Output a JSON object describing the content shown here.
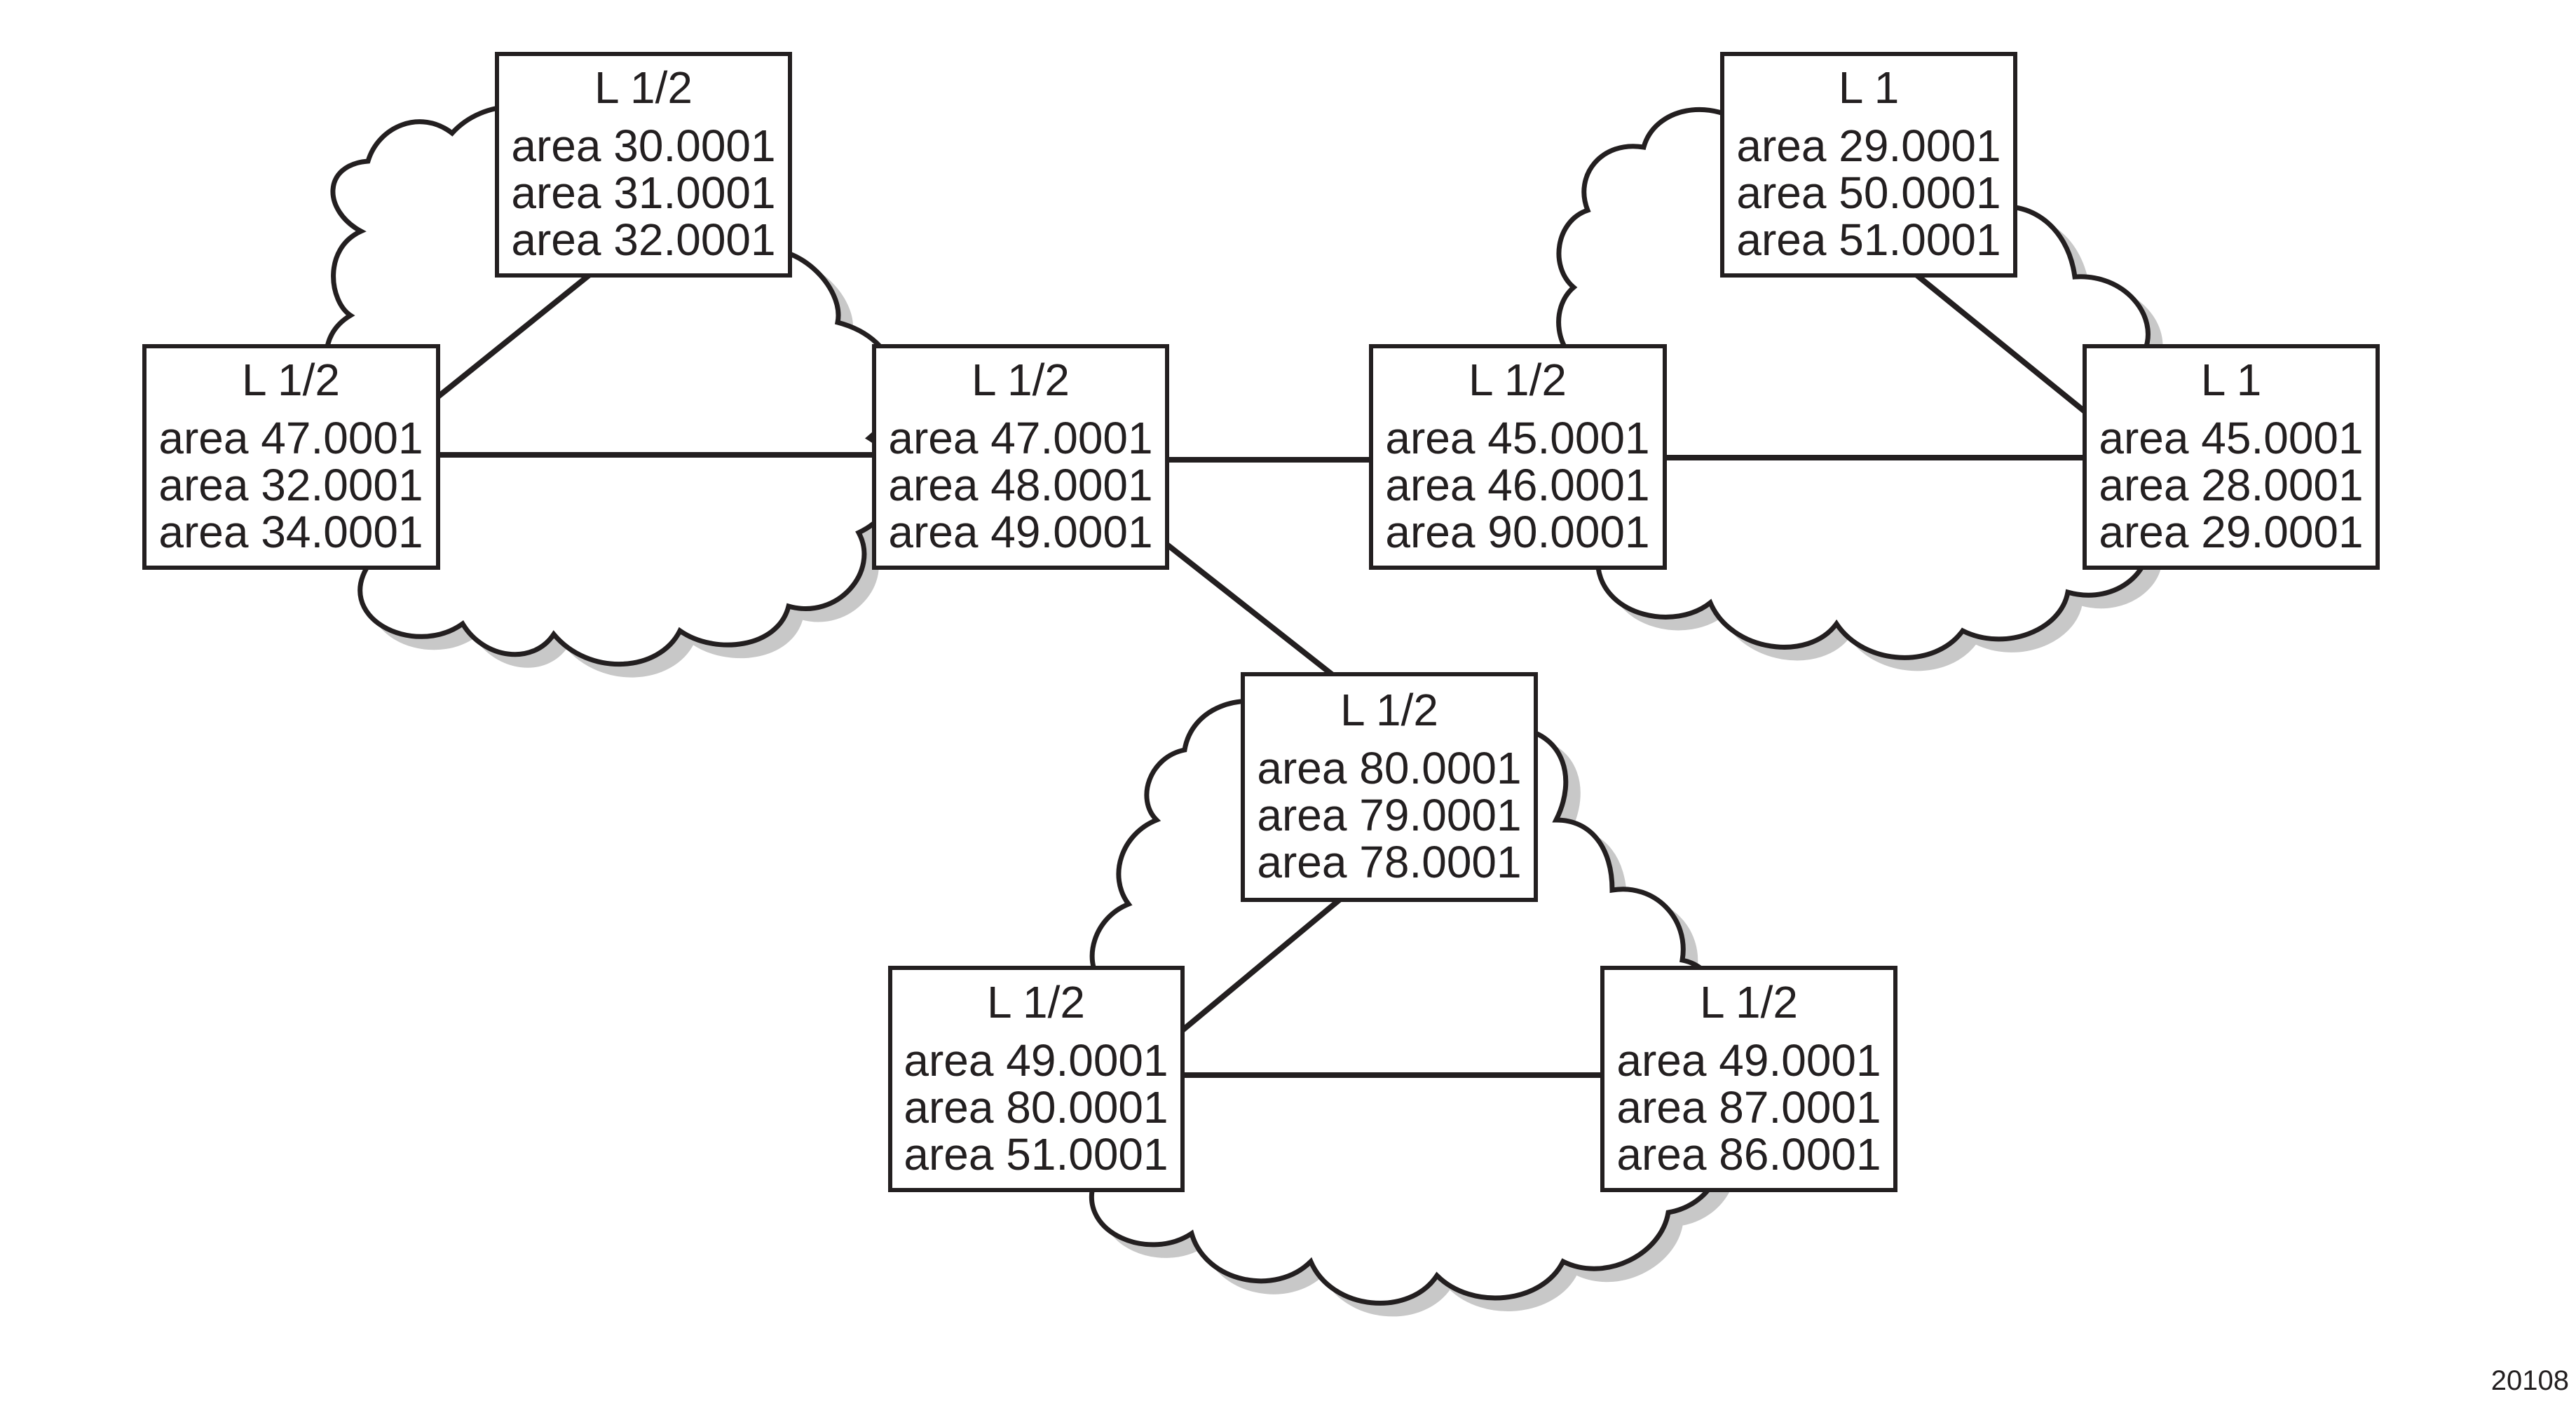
{
  "figure_id": "20108",
  "colors": {
    "stroke": "#231f20",
    "shadow": "#c8c8c8",
    "background": "#ffffff"
  },
  "nodes": [
    {
      "level": "L 1/2",
      "areas": [
        "area 30.0001",
        "area 31.0001",
        "area 32.0001"
      ]
    },
    {
      "level": "L 1/2",
      "areas": [
        "area 47.0001",
        "area 32.0001",
        "area 34.0001"
      ]
    },
    {
      "level": "L 1/2",
      "areas": [
        "area 47.0001",
        "area 48.0001",
        "area 49.0001"
      ]
    },
    {
      "level": "L 1",
      "areas": [
        "area 29.0001",
        "area 50.0001",
        "area 51.0001"
      ]
    },
    {
      "level": "L 1/2",
      "areas": [
        "area 45.0001",
        "area 46.0001",
        "area 90.0001"
      ]
    },
    {
      "level": "L 1",
      "areas": [
        "area 45.0001",
        "area 28.0001",
        "area 29.0001"
      ]
    },
    {
      "level": "L 1/2",
      "areas": [
        "area 80.0001",
        "area 79.0001",
        "area 78.0001"
      ]
    },
    {
      "level": "L 1/2",
      "areas": [
        "area 49.0001",
        "area 80.0001",
        "area 51.0001"
      ]
    },
    {
      "level": "L 1/2",
      "areas": [
        "area 49.0001",
        "area 87.0001",
        "area 86.0001"
      ]
    }
  ],
  "links": [
    {
      "from": 0,
      "to": 1
    },
    {
      "from": 1,
      "to": 2
    },
    {
      "from": 2,
      "to": 4
    },
    {
      "from": 2,
      "to": 6
    },
    {
      "from": 3,
      "to": 5
    },
    {
      "from": 4,
      "to": 5
    },
    {
      "from": 6,
      "to": 7
    },
    {
      "from": 7,
      "to": 8
    }
  ],
  "clouds": [
    {
      "members": [
        0,
        1,
        2
      ]
    },
    {
      "members": [
        3,
        4,
        5
      ]
    },
    {
      "members": [
        6,
        7,
        8
      ]
    }
  ]
}
